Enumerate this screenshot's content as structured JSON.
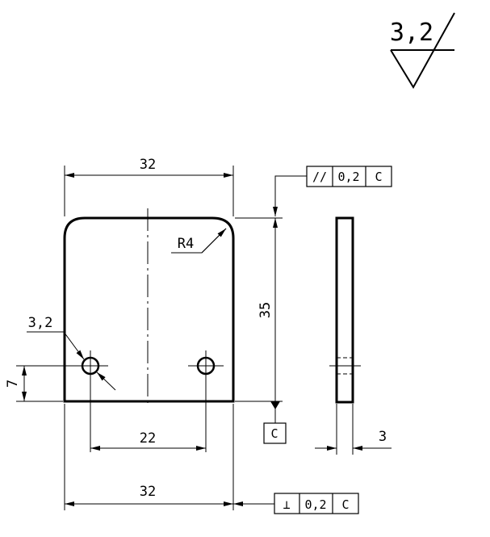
{
  "surface_finish": {
    "roughness": "3,2"
  },
  "dimensions": {
    "top_width": "32",
    "bottom_width": "32",
    "hole_spacing": "22",
    "height": "35",
    "hole_diameter": "3,2",
    "hole_offset": "7",
    "corner_radius": "R4",
    "thickness": "3"
  },
  "datum": {
    "label": "C"
  },
  "tolerances": {
    "parallelism": {
      "symbol": "//",
      "value": "0,2",
      "datum": "C"
    },
    "perpendicularity": {
      "symbol": "⊥",
      "value": "0,2",
      "datum": "C"
    }
  }
}
